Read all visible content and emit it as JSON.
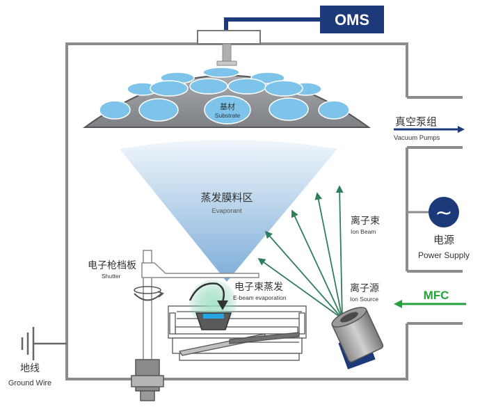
{
  "oms": {
    "label": "OMS"
  },
  "substrate": {
    "cn": "基材",
    "en": "Substrate"
  },
  "evaporant": {
    "cn": "蒸发膜料区",
    "en": "Evaporant"
  },
  "vacuum": {
    "cn": "真空泵组",
    "en": "Vacuum Pumps"
  },
  "power": {
    "cn": "电源",
    "en": "Power Supply",
    "symbol": "~"
  },
  "mfc": {
    "label": "MFC"
  },
  "ion_beam": {
    "cn": "离子束",
    "en": "Ion Beam"
  },
  "ion_source": {
    "cn": "离子源",
    "en": "Ion Source"
  },
  "ebeam": {
    "cn": "电子束蒸发",
    "en": "E-beam evaporation"
  },
  "shutter": {
    "cn": "电子枪档板",
    "en": "Shutter"
  },
  "ground": {
    "cn": "地线",
    "en": "Ground Wire"
  },
  "colors": {
    "navy": "#1c3a7a",
    "chamber": "#8c8c8c",
    "lens": "#7ec3ea",
    "beam": "#2e7d5b",
    "mfc": "#23a23a"
  },
  "icons": [
    "rotation-arrow-icon",
    "ground-symbol-icon",
    "arrow-right-icon",
    "arrow-left-icon"
  ]
}
